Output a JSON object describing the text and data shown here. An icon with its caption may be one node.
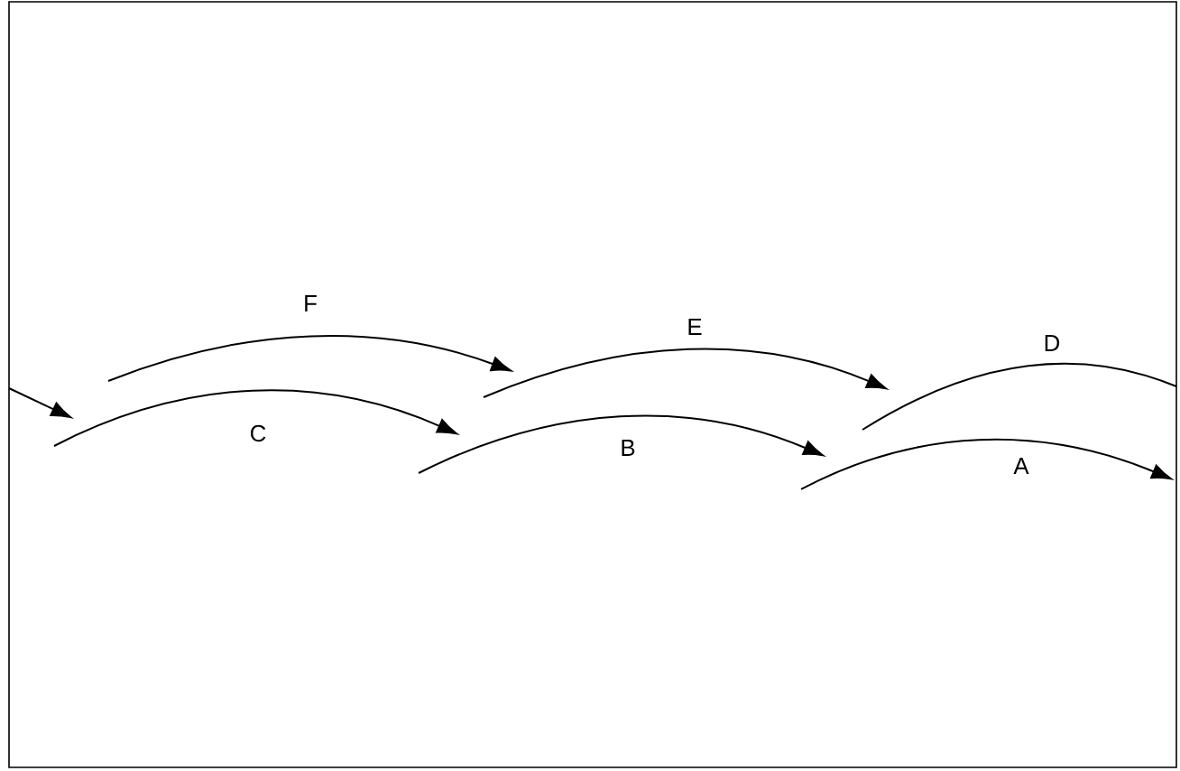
{
  "diagram": {
    "labels": [
      "F",
      "E",
      "D",
      "C",
      "B",
      "A"
    ]
  }
}
